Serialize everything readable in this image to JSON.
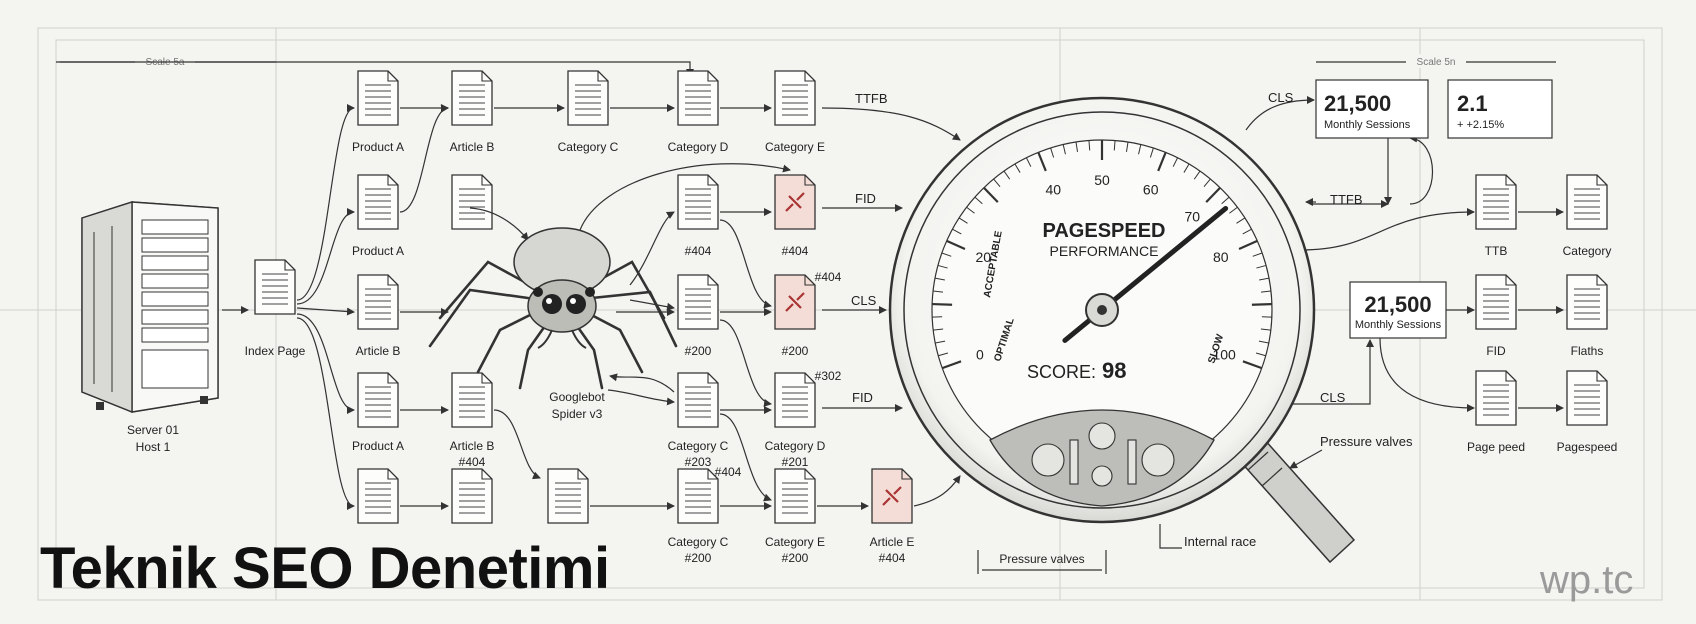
{
  "title": "Teknik SEO Denetimi",
  "brand": "wp.tc",
  "scale_left": "Scale 5a",
  "scale_right": "Scale 5n",
  "server": {
    "name": "Server 01",
    "host": "Host 1"
  },
  "spider": {
    "line1": "Googlebot",
    "line2": "Spider v3"
  },
  "nodes": {
    "index": "Index Page",
    "c1r1": "Product A",
    "c2r1": "Article B",
    "c3r1": "Category C",
    "c4r1": "Category D",
    "c5r1": "Category E",
    "c1r2": "Product A",
    "c4r2": "#404",
    "c5r2": "#404",
    "c1r3": "Article B",
    "c4r3": "#200",
    "c5r3": "#200",
    "c1r4": "Product A",
    "c2r4a": "Article B",
    "c2r4b": "#404",
    "c4r4a": "Category C",
    "c4r4b": "#203",
    "c5r4a": "Category D",
    "c5r4b": "#201",
    "c4r5a": "Category C",
    "c4r5b": "#200",
    "c5r5a": "Category E",
    "c5r5b": "#200",
    "c6r5a": "Article E",
    "c6r5b": "#404",
    "tag_404_a": "#404",
    "tag_302": "#302",
    "tag_404_b": "#404",
    "r_ttb": "TTB",
    "r_category": "Category",
    "r_fid": "FID",
    "r_flaths": "Flaths",
    "r_pageped": "Page peed",
    "r_pagespeed": "Pagespeed"
  },
  "metrics": {
    "ttfb_top": "TTFB",
    "fid_1": "FID",
    "cls_1": "CLS",
    "fid_2": "FID",
    "cls_top": "CLS",
    "ttfb_right": "TTFB",
    "cls_bottom": "CLS"
  },
  "gauge": {
    "title": "PAGESPEED",
    "subtitle": "PERFORMANCE",
    "score_label": "SCORE:",
    "score": 98,
    "ticks": [
      "0",
      "20",
      "40",
      "50",
      "60",
      "70",
      "80",
      "100"
    ],
    "zones": [
      "OPTIMAL",
      "ACCEPTABLE",
      "SLOW"
    ],
    "needle_value": 73
  },
  "stats": {
    "box1_value": "21,500",
    "box1_label": "Monthly Sessions",
    "box2_value": "2.1",
    "box2_label": "+ +2.15%",
    "box3_value": "21,500",
    "box3_label": "Monthly Sessions"
  },
  "annotations": {
    "pressure_valves_1": "Pressure valves",
    "pressure_valves_2": "Pressure valves",
    "internal_race": "Internal race"
  }
}
